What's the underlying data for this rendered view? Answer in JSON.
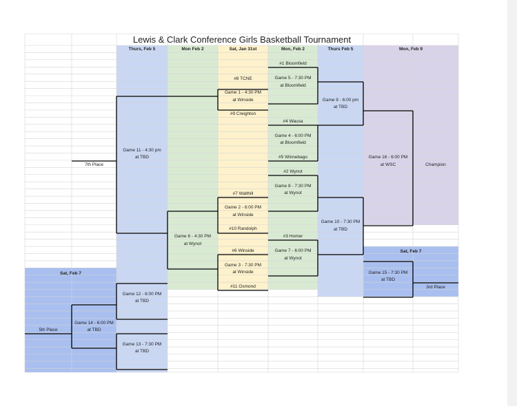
{
  "title": "Lewis & Clark Conference Girls Basketball Tournament",
  "colors": {
    "blue": "#c9d7f3",
    "blue_dark": "#a9bfef",
    "green": "#d9ead3",
    "yellow": "#fdf2cc",
    "purple": "#d9d3e9",
    "grid": "#d4d4d4",
    "line": "#000000"
  },
  "headers": {
    "col_c": "Thurs, Feb 5",
    "col_d": "Mon Feb 2",
    "col_e": "Sat, Jan 31st",
    "col_f": "Mon, Feb 2",
    "col_g": "Thurs Feb 5",
    "col_h": "Mon, Feb 9",
    "sat_feb7_left": "Sat, Feb 7",
    "sat_feb7_right": "Sat, Feb 7"
  },
  "seeds": {
    "s1": "#1 Bloomfield",
    "s8": "#8 TCNE",
    "s9": "#9 Creighton",
    "s4": "#4 Wausa",
    "s5": "#5 Winnebago",
    "s2": "#2 Wynot",
    "s7": "#7 Walthill",
    "s10": "#10 Randolph",
    "s3": "#3 Homer",
    "s6": "#6 Winside",
    "s11": "#11 Osmond"
  },
  "games": {
    "g1": {
      "name": "Game 1 - 4:30 PM",
      "site": "at Winside"
    },
    "g2": {
      "name": "Game 2 - 6:00 PM",
      "site": "at Winside"
    },
    "g3": {
      "name": "Game 3 - 7:30 PM",
      "site": "at Winside"
    },
    "g4": {
      "name": "Game 4 - 6:00 PM",
      "site": "at Bloomfield"
    },
    "g5": {
      "name": "Game 5 - 7:30 PM",
      "site": "at Bloomfield"
    },
    "g6": {
      "name": "Game 6 - 4:30 PM",
      "site": "at Wynot"
    },
    "g7": {
      "name": "Game 7 - 6:00 PM",
      "site": "at Wynot"
    },
    "g8": {
      "name": "Game 8 - 7:30 PM",
      "site": "at Wynot"
    },
    "g9": {
      "name": "Game 9 - 6:00 pm",
      "site": "at TBD"
    },
    "g10": {
      "name": "Game 10 - 7:30 PM",
      "site": "at TBD"
    },
    "g11": {
      "name": "Game 11 - 4:30 pm",
      "site": "at TBD"
    },
    "g12": {
      "name": "Game 12 - 6:00 PM",
      "site": "at TBD"
    },
    "g13": {
      "name": "Game 13 - 7:30 PM",
      "site": "at TBD"
    },
    "g14": {
      "name": "Game 14 - 6:00 PM",
      "site": "at TBD"
    },
    "g15": {
      "name": "Game 15 - 7:30 PM",
      "site": "at TBD"
    },
    "g16": {
      "name": "Game 16 - 6:00 PM",
      "site": "at WSC"
    }
  },
  "places": {
    "champion": "Champion",
    "third": "3rd Place",
    "fifth": "5th Place",
    "seventh": "7th Place"
  }
}
